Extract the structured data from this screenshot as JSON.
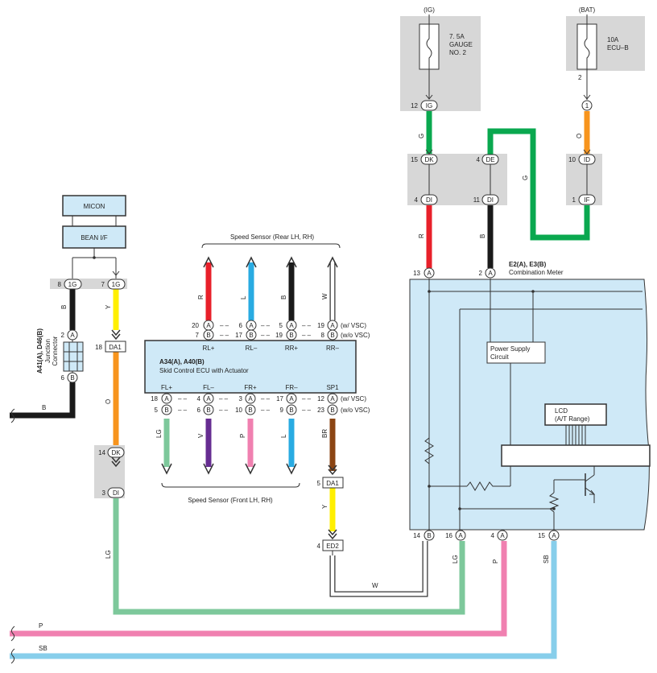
{
  "colors": {
    "red": "#e8202a",
    "black": "#1a1a1a",
    "green": "#0aa84f",
    "orange": "#f7941d",
    "yellow": "#ffef00",
    "blue": "#29abe2",
    "purple": "#662d91",
    "pink": "#f080b0",
    "brown": "#8b4513",
    "light_green": "#7dc89b",
    "sky_blue": "#87ceeb",
    "meter_fill": "#cfe9f7",
    "gray_fill": "#d7d7d7"
  },
  "ig": {
    "label": "(IG)",
    "fuse": "7. 5A",
    "fuse_l2": "GAUGE",
    "fuse_l3": "NO. 2"
  },
  "bat": {
    "label": "(BAT)",
    "fuse": "10A",
    "fuse_l2": "ECU–B",
    "pin": "2"
  },
  "micon": {
    "label": "MICON",
    "bean": "BEAN I/F"
  },
  "connectors": {
    "g8": "8",
    "g7": "7",
    "g1": "1G",
    "g2": "1G",
    "a_pin": "2",
    "a": "A",
    "b_pin": "6",
    "b": "B",
    "da1_pin": "18",
    "da1": "DA1",
    "dk_l_pin": "14",
    "dk_l": "DK",
    "di_l_pin": "3",
    "di_l": "DI",
    "ig_pin": "12",
    "ig": "IG",
    "dk_pin": "15",
    "dk": "DK",
    "de_pin": "4",
    "de": "DE",
    "di1_pin": "4",
    "di1": "DI",
    "di2_pin": "11",
    "di2": "DI",
    "one": "1",
    "id_pin": "10",
    "id": "ID",
    "if_pin": "1",
    "if": "IF",
    "a13": "13",
    "a2": "2",
    "a_conn": "A",
    "b14": "14",
    "a16": "16",
    "a4": "4",
    "a15": "15",
    "b_conn": "B",
    "da1b_pin": "5",
    "da1b": "DA1",
    "ed2_pin": "4",
    "ed2": "ED2"
  },
  "junction": {
    "label1": "A41(A),  D46(B)",
    "label2": "Junction",
    "label3": "Connector"
  },
  "wires": {
    "b": "B",
    "y": "Y",
    "o": "O",
    "lg": "LG",
    "g": "G",
    "r": "R",
    "g2": "G",
    "o2": "O",
    "r2": "R",
    "b2": "B",
    "br": "BR",
    "y2": "Y",
    "w": "W",
    "lg2": "LG",
    "p": "P",
    "sb": "SB",
    "p_bottom": "P",
    "sb_bottom": "SB",
    "b_left": "B",
    "rr": "R",
    "rl": "L",
    "rb": "B",
    "rw": "W",
    "flg": "LG",
    "fv": "V",
    "fp": "P",
    "fl": "L"
  },
  "ecu": {
    "title": "A34(A), A40(B)",
    "subtitle": "Skid Control ECU with Actuator",
    "top_labels": [
      "RL+",
      "RL–",
      "RR+",
      "RR–"
    ],
    "bottom_labels": [
      "FL+",
      "FL–",
      "FR+",
      "FR–",
      "SP1"
    ],
    "top_a": [
      "20",
      "6",
      "5",
      "19"
    ],
    "top_b": [
      "7",
      "17",
      "19",
      "8"
    ],
    "bot_a": [
      "18",
      "4",
      "3",
      "17",
      "12"
    ],
    "bot_b": [
      "5",
      "6",
      "10",
      "9",
      "23"
    ],
    "w_vsc": "(w/ VSC)",
    "wo_vsc": "(w/o VSC)",
    "dash": "– –",
    "a": "A",
    "b": "B"
  },
  "rear_sensor": "Speed Sensor (Rear LH,  RH)",
  "front_sensor": "Speed Sensor (Front LH,  RH)",
  "meter": {
    "title": "E2(A), E3(B)",
    "subtitle": "Combination Meter",
    "psu1": "Power Supply",
    "psu2": "Circuit",
    "lcd1": "LCD",
    "lcd2": "(A/T Range)"
  }
}
